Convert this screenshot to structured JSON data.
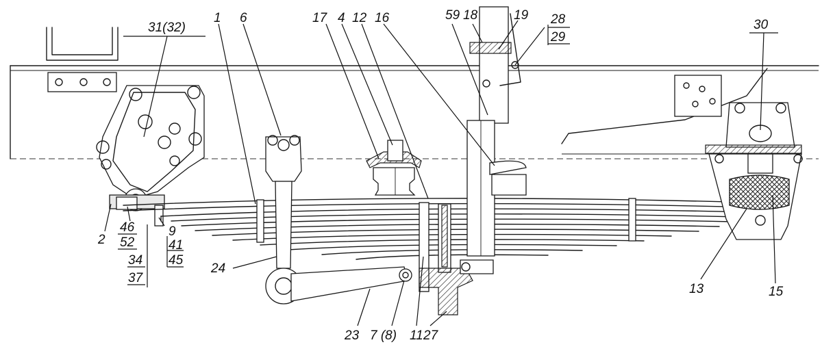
{
  "labels": {
    "l31": "31(32)",
    "l1": "1",
    "l6": "6",
    "l17": "17",
    "l4": "4",
    "l12": "12",
    "l16": "16",
    "l59": "59",
    "l18": "18",
    "l19": "19",
    "l28": "28",
    "l29": "29",
    "l30": "30",
    "l2": "2",
    "l46": "46",
    "l52": "52",
    "l34": "34",
    "l37": "37",
    "l9": "9",
    "l41": "41",
    "l45": "45",
    "l24": "24",
    "l23": "23",
    "l7": "7 (8)",
    "l11": "11",
    "l27": "27",
    "l13": "13",
    "l15": "15"
  }
}
